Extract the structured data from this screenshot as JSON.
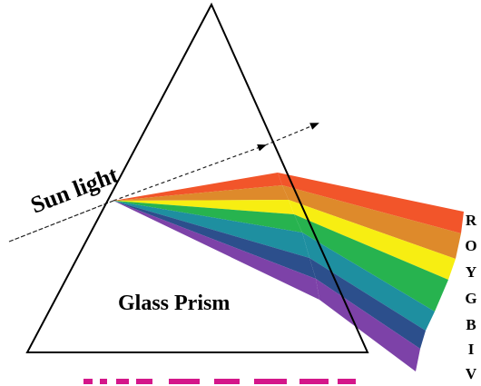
{
  "labels": {
    "sunlight": "Sun light",
    "prism": "Glass Prism"
  },
  "spectrum": [
    {
      "letter": "R",
      "color": "#f2552a"
    },
    {
      "letter": "O",
      "color": "#de8a2b"
    },
    {
      "letter": "Y",
      "color": "#f7ee12"
    },
    {
      "letter": "G",
      "color": "#27b34f"
    },
    {
      "letter": "B",
      "color": "#1e8fa0"
    },
    {
      "letter": "I",
      "color": "#2c4f8c"
    },
    {
      "letter": "V",
      "color": "#7d42a8"
    }
  ]
}
